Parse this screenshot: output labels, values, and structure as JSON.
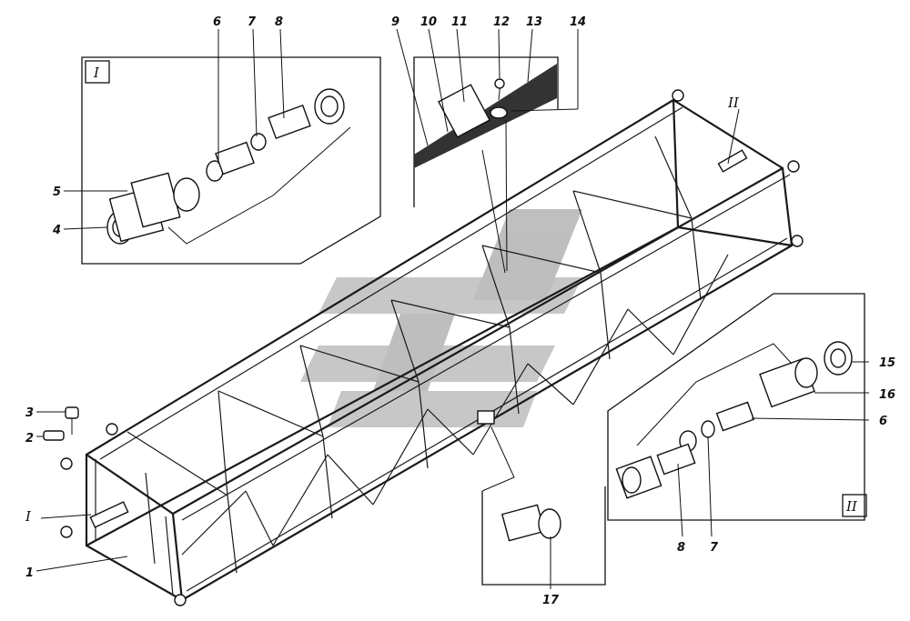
{
  "drawing": {
    "callouts": [
      "1",
      "2",
      "3",
      "4",
      "5",
      "6",
      "7",
      "8",
      "9",
      "10",
      "11",
      "12",
      "13",
      "14",
      "15",
      "16",
      "6",
      "8",
      "7",
      "17"
    ],
    "view_labels": {
      "detail_one_box": "I",
      "detail_two_box": "II",
      "marker_one": "I",
      "marker_two": "II"
    },
    "watermark_color": "#9a9a9a"
  }
}
